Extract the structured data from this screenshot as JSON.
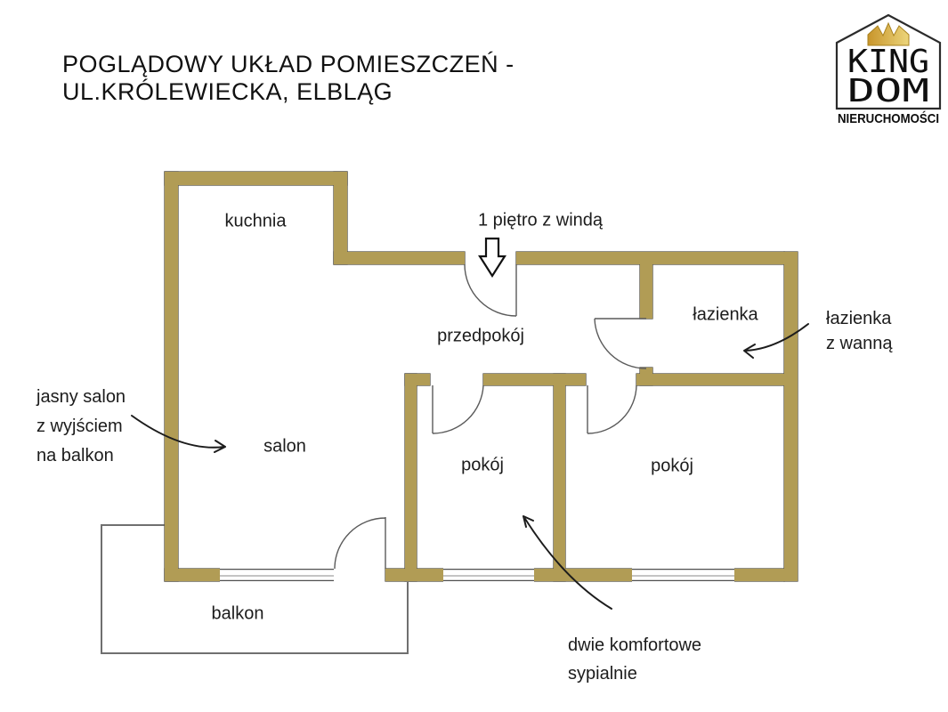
{
  "title": {
    "line1": "POGLĄDOWY UKŁAD POMIESZCZEŃ -",
    "line2": "UL.KRÓLEWIECKA, ELBLĄG"
  },
  "logo": {
    "name_top": "KING",
    "name_bottom": "DOM",
    "tagline": "NIERUCHOMOŚCI",
    "crown_color_left": "#c8952b",
    "crown_color_right": "#ecd57b",
    "outline_color": "#2b2b2b"
  },
  "plan": {
    "wall_fill": "#b19c55",
    "wall_outline": "#55534a",
    "door_line_color": "#5a5a5a",
    "arrow_color": "#1c1c1c",
    "balcony_line_color": "#707070",
    "room_labels": {
      "kuchnia": "kuchnia",
      "przedpokoj": "przedpokój",
      "lazienka": "łazienka",
      "salon": "salon",
      "pokoj_left": "pokój",
      "pokoj_right": "pokój",
      "balkon": "balkon"
    },
    "annotations": {
      "entrance": "1 piętro z windą",
      "bathroom": {
        "line1": "łazienka",
        "line2": "z wanną"
      },
      "salon": {
        "line1": "jasny salon",
        "line2": "z wyjściem",
        "line3": "na balkon"
      },
      "bedrooms": {
        "line1": "dwie komfortowe",
        "line2": "sypialnie"
      }
    }
  }
}
